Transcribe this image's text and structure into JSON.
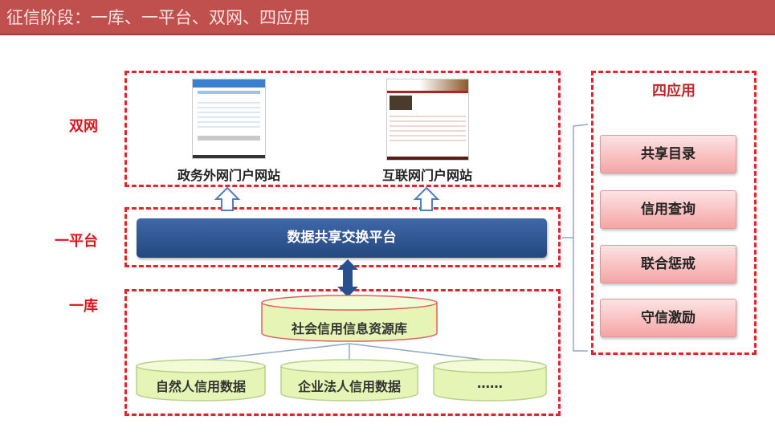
{
  "title": "征信阶段：一库、一平台、双网、四应用",
  "levels": {
    "dual_network": "双网",
    "one_platform": "一平台",
    "one_library": "一库"
  },
  "portals": [
    {
      "label": "政务外网门户网站"
    },
    {
      "label": "互联网门户网站"
    }
  ],
  "platform": {
    "label": "数据共享交换平台"
  },
  "library": {
    "main": "社会信用信息资源库",
    "sources": [
      "自然人信用数据",
      "企业法人信用数据",
      "……"
    ]
  },
  "applications": {
    "heading": "四应用",
    "items": [
      "共享目录",
      "信用查询",
      "联合惩戒",
      "守信激励"
    ]
  },
  "colors": {
    "title_bg": "#c0504d",
    "dash": "#e0252b",
    "platform": "#2e5594",
    "cylinder": "#e6f5b5"
  }
}
